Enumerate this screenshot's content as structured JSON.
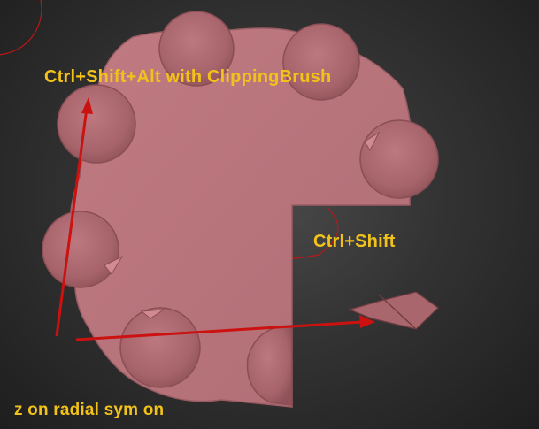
{
  "annotations": {
    "top_label": "Ctrl+Shift+Alt with ClippingBrush",
    "mid_label": "Ctrl+Shift",
    "bottom_label": "z on radial sym on"
  },
  "colors": {
    "label_text": "#f2c21a",
    "arrow": "#cc1111",
    "mesh_base": "#b9737a",
    "mesh_disc": "#a9666d",
    "brush_circle": "#b81818"
  }
}
